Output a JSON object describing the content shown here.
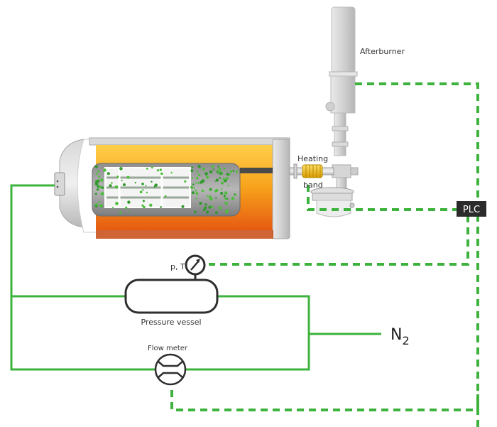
{
  "labels": {
    "afterburner": "Afterburner",
    "heating_line1": "Heating",
    "heating_line2": "band",
    "plc": "PLC",
    "pt": "p, T",
    "pressure_vessel": "Pressure vessel",
    "flow_meter": "Flow meter",
    "n2_main": "N",
    "n2_sub": "2"
  },
  "colors": {
    "pipe": "#3db33d",
    "signal": "#3db33d",
    "plc_bg": "#2b2b2b",
    "plc_text": "#ffffff",
    "heater": "#f5a623",
    "heating_band": "#f2c200",
    "steel": "#c8c8c8"
  }
}
